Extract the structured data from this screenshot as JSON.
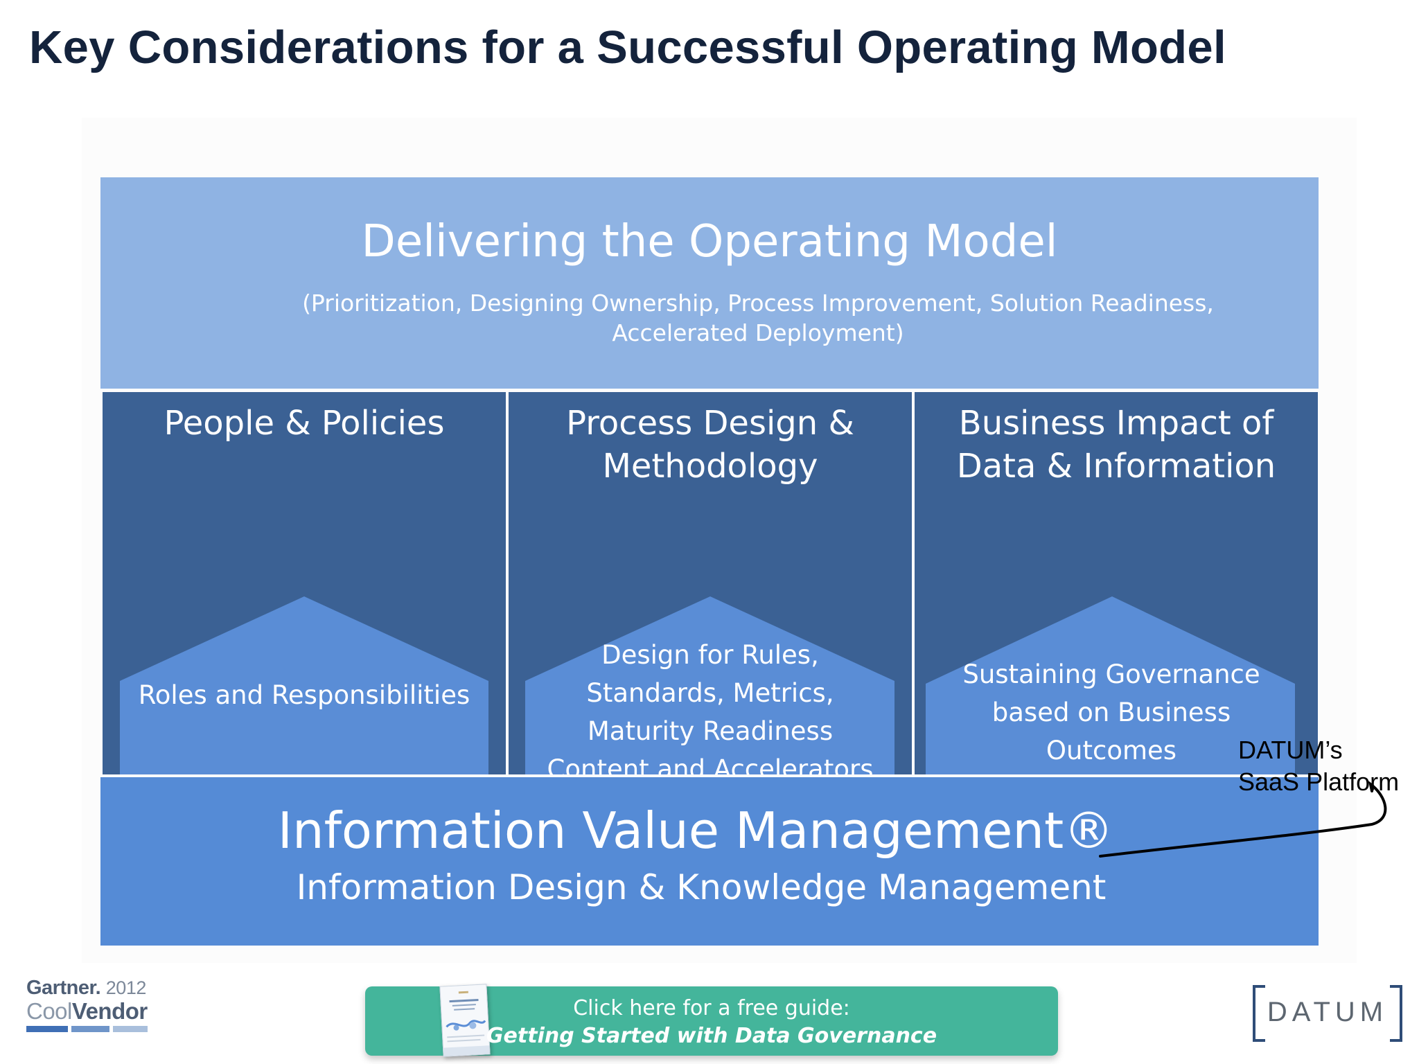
{
  "slide": {
    "title": "Key Considerations for a Successful Operating Model"
  },
  "top_band": {
    "title": "Delivering the Operating Model",
    "subtitle": "(Prioritization, Designing Ownership, Process Improvement, Solution Readiness, Accelerated Deployment)"
  },
  "columns": [
    {
      "title": "People & Policies",
      "house_lines": [
        "Roles and Responsibilities"
      ]
    },
    {
      "title": "Process Design & Methodology",
      "house_lines": [
        "Design for Rules,",
        "Standards, Metrics,",
        "Maturity Readiness",
        "Content and Accelerators"
      ]
    },
    {
      "title": "Business Impact of Data & Information",
      "house_lines": [
        "Sustaining Governance",
        "based on Business",
        "Outcomes"
      ]
    }
  ],
  "bottom_band": {
    "title": "Information Value Management®",
    "subtitle": "Information Design & Knowledge Management"
  },
  "annotation": {
    "line1": "DATUM’s",
    "line2": "SaaS Platform"
  },
  "footer": {
    "gartner_brand": "Gartner.",
    "gartner_year": "2012",
    "gartner_cool": "Cool",
    "gartner_vendor": "Vendor",
    "cta_line1": "Click here for a free guide:",
    "cta_line2": "Getting Started with Data Governance",
    "datum_logo": "DATUM"
  },
  "colors": {
    "title_text": "#14233c",
    "top_band": "#8fb3e3",
    "column": "#3b6194",
    "house": "#5a8dd6",
    "bottom_band": "#558bd6",
    "cta": "#44b59b"
  }
}
